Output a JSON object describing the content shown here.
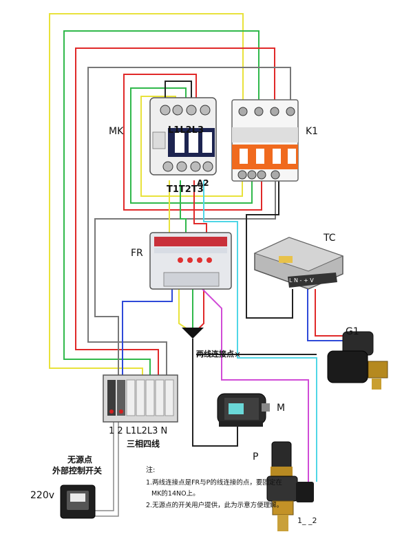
{
  "components": {
    "mk": {
      "label": "MK",
      "top_terminals": "L1L2L3",
      "bottom_terminals": "T1T2T3",
      "coil": "A2"
    },
    "k1": {
      "label": "K1"
    },
    "fr": {
      "label": "FR"
    },
    "tc": {
      "label": "TC",
      "terminal_marks": "L N - + V"
    },
    "g1": {
      "label": "G1"
    },
    "motor": {
      "label": "M"
    },
    "pressure": {
      "label": "P",
      "pins": "1_ _2"
    },
    "terminal_block": {
      "labels": "1 2 L1L2L3 N",
      "caption": "三相四线"
    },
    "switch": {
      "title_line1": "无源点",
      "title_line2": "外部控制开关",
      "voltage": "220v"
    }
  },
  "junction_label": "两线连接点",
  "notes": {
    "heading": "注:",
    "line1": "1.两线连接点是FR与P的线连接的点，要固定在",
    "line1b": "MK的14NO上。",
    "line2": "2.无源点的开关用户提供，此为示意方便理解。"
  },
  "colors": {
    "yellow": "#e8e23a",
    "green": "#2fb84a",
    "red": "#e02828",
    "black": "#222222",
    "blue": "#2e49d8",
    "cyan": "#4fd6e6",
    "magenta": "#d04ad6",
    "gray": "#777777"
  }
}
